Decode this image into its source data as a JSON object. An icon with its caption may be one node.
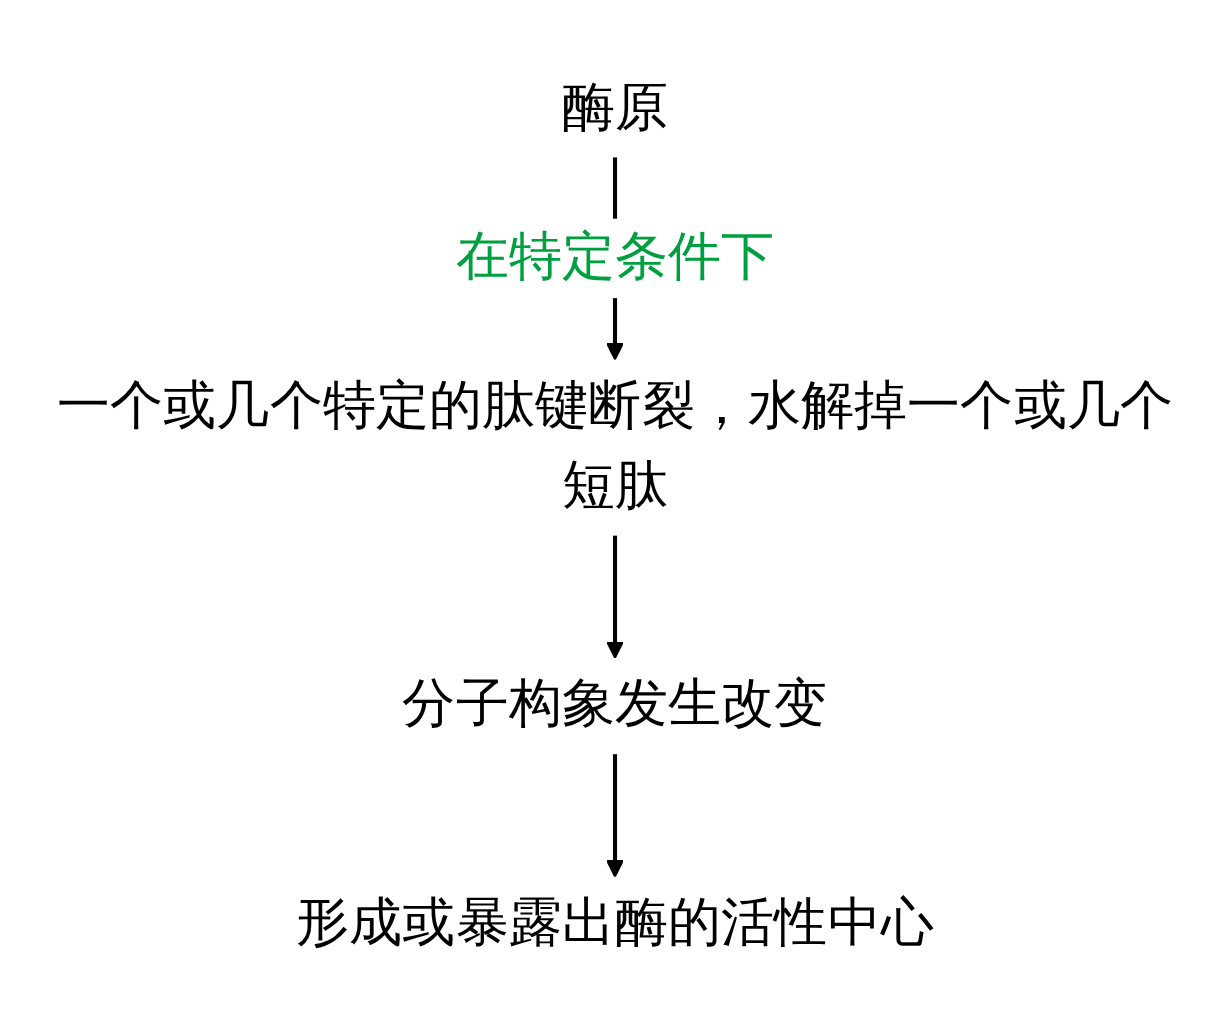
{
  "diagram": {
    "nodes": [
      {
        "text": [
          "酶原"
        ]
      },
      {
        "text": [
          "一个或几个特定的肽键断裂，水解掉一个或几个短肽"
        ]
      },
      {
        "text": [
          "分子构象发生改变"
        ]
      },
      {
        "text": [
          "形成或暴露出酶的活性中心"
        ]
      }
    ],
    "edges": [
      {
        "from": 0,
        "to": 1,
        "arrow": "to",
        "label": "在特定条件下"
      },
      {
        "from": 1,
        "to": 2,
        "arrow": "to"
      },
      {
        "from": 2,
        "to": 3,
        "arrow": "to"
      }
    ]
  }
}
